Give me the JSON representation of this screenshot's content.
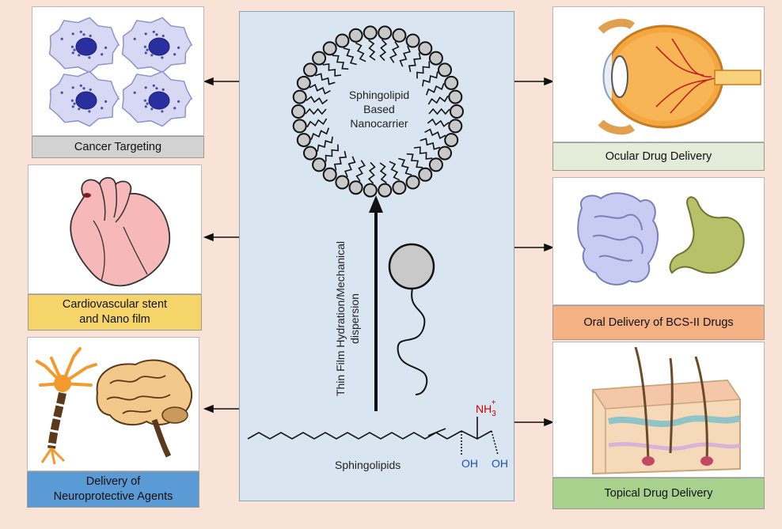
{
  "center": {
    "nanocarrier_lines": [
      "Sphingolipid",
      "Based",
      "Nanocarrier"
    ],
    "process_lines": [
      "Thin Film Hydration/Mechanical",
      "dispersion"
    ],
    "molecule_label": "Sphingolipids",
    "nh3": "NH",
    "nh3_sub": "3",
    "nh3_sup": "+",
    "oh1": "OH",
    "oh2": "OH"
  },
  "applications": {
    "cancer": "Cancer Targeting",
    "cardio_line1": "Cardiovascular stent",
    "cardio_line2": "and Nano film",
    "neuro_line1": "Delivery of",
    "neuro_line2": "Neuroprotective Agents",
    "ocular": "Ocular Drug Delivery",
    "oral": "Oral Delivery of BCS-II Drugs",
    "topical": "Topical Drug Delivery"
  },
  "colors": {
    "background": "#f8e3d6",
    "center_panel": "#d9e6f2",
    "cancer_label": "#d2d2d2",
    "cardio_label": "#f5d56a",
    "neuro_label": "#5b9bd5",
    "ocular_label": "#e3ecd9",
    "oral_label": "#f4b183",
    "topical_label": "#a9d18e"
  }
}
